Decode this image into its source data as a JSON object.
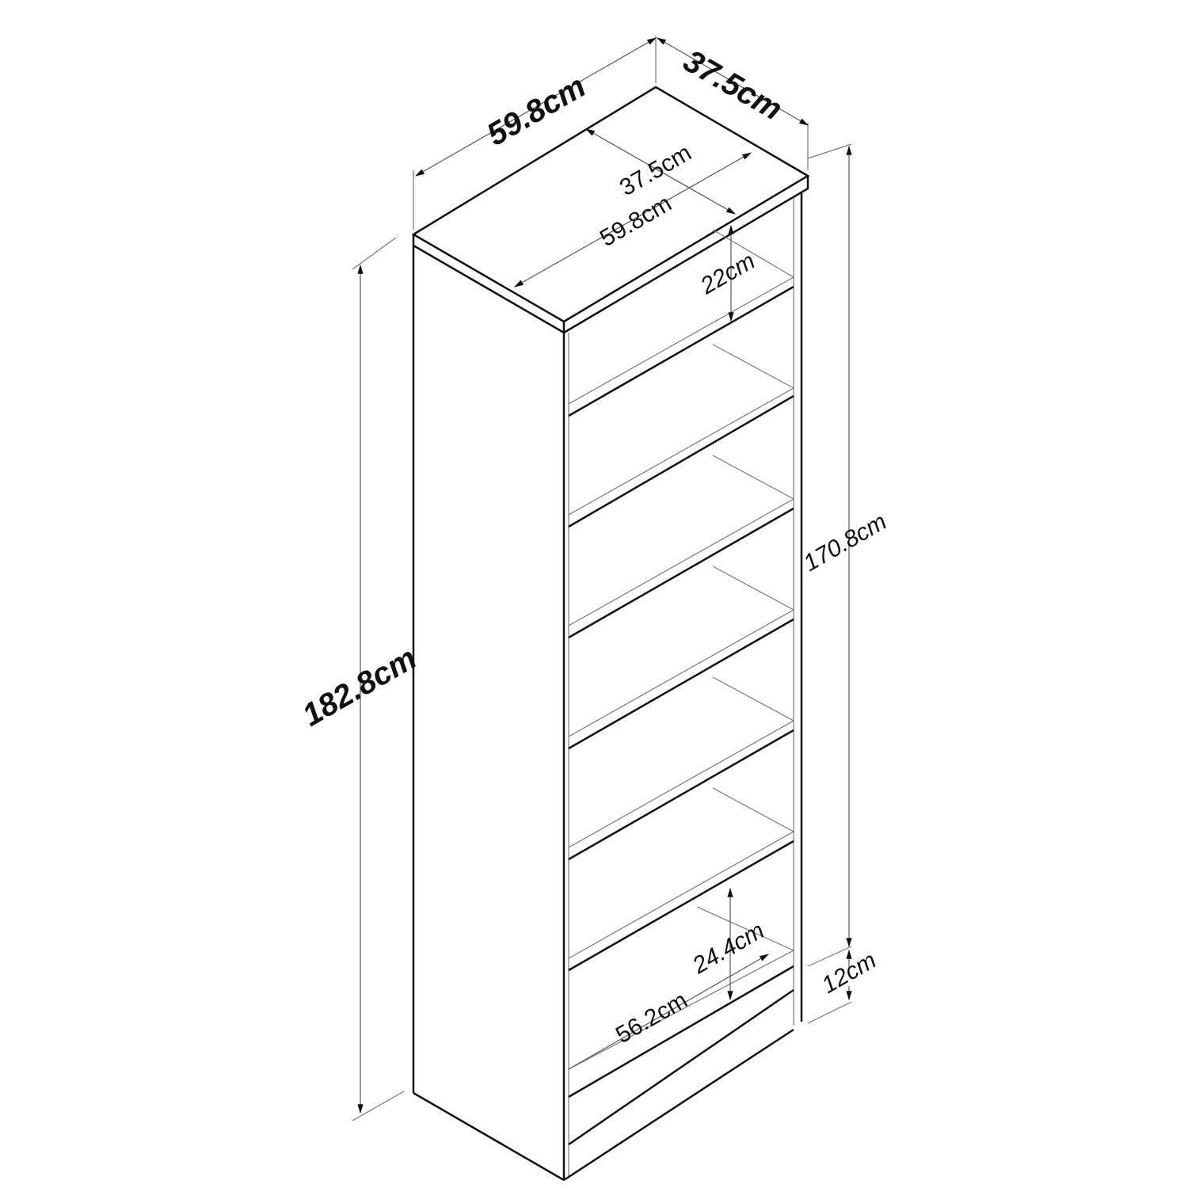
{
  "diagram": {
    "type": "bookshelf-dimension-drawing",
    "dimensions": {
      "outer_width": "59.8cm",
      "outer_depth": "37.5cm",
      "top_depth": "37.5cm",
      "top_width": "59.8cm",
      "total_height": "182.8cm",
      "inner_height": "170.8cm",
      "plinth_height": "12cm",
      "top_compartment_height": "22cm",
      "bottom_compartment_height": "24.4cm",
      "inner_width": "56.2cm"
    },
    "shelf_count": 6,
    "line_color": "#111111",
    "dimension_line_color": "#555555"
  }
}
